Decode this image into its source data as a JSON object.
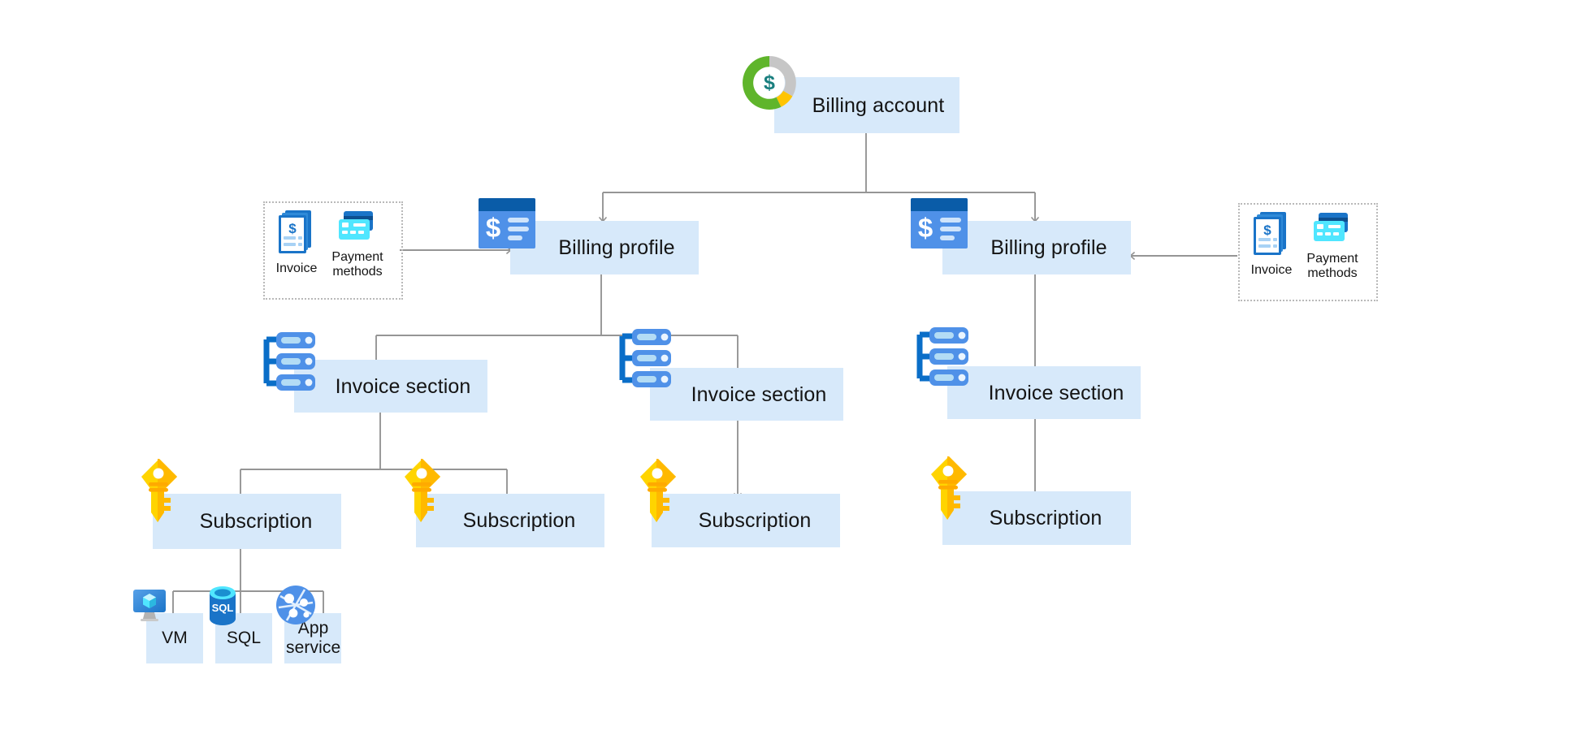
{
  "diagram": {
    "title": "Azure billing account hierarchy",
    "colors": {
      "node_fill": "#d7e9fa",
      "connector": "#959595",
      "group_border": "#b9b9b9",
      "icon_blue_dark": "#0a5ca8",
      "icon_blue": "#4f91e8",
      "icon_blue_light": "#b3dcf5",
      "icon_cyan": "#50e6ff",
      "key_yellow": "#ffd400",
      "key_orange": "#ffb900",
      "donut_green": "#5fb52b",
      "donut_gray": "#c6c6c6",
      "donut_yellow": "#ffc400",
      "dollar_teal": "#1a7f7f"
    }
  },
  "nodes": {
    "billing_account": {
      "label": "Billing account",
      "icon": "billing-account-donut-icon"
    },
    "billing_profile_left": {
      "label": "Billing profile",
      "icon": "billing-profile-card-icon"
    },
    "billing_profile_right": {
      "label": "Billing profile",
      "icon": "billing-profile-card-icon"
    },
    "invoice_section_1": {
      "label": "Invoice section",
      "icon": "invoice-section-rack-icon"
    },
    "invoice_section_2": {
      "label": "Invoice section",
      "icon": "invoice-section-rack-icon"
    },
    "invoice_section_3": {
      "label": "Invoice section",
      "icon": "invoice-section-rack-icon"
    },
    "subscription_1": {
      "label": "Subscription",
      "icon": "subscription-key-icon"
    },
    "subscription_2": {
      "label": "Subscription",
      "icon": "subscription-key-icon"
    },
    "subscription_3": {
      "label": "Subscription",
      "icon": "subscription-key-icon"
    },
    "subscription_4": {
      "label": "Subscription",
      "icon": "subscription-key-icon"
    },
    "resource_vm": {
      "label": "VM",
      "icon": "virtual-machine-icon"
    },
    "resource_sql": {
      "label": "SQL",
      "icon": "sql-database-icon"
    },
    "resource_app_service": {
      "label": "App service",
      "icon": "app-service-globe-icon"
    }
  },
  "groups": {
    "left": {
      "invoice": {
        "label": "Invoice",
        "icon": "invoice-document-icon"
      },
      "payment_methods": {
        "label": "Payment methods",
        "icon": "payment-methods-card-icon"
      }
    },
    "right": {
      "invoice": {
        "label": "Invoice",
        "icon": "invoice-document-icon"
      },
      "payment_methods": {
        "label": "Payment methods",
        "icon": "payment-methods-card-icon"
      }
    }
  }
}
